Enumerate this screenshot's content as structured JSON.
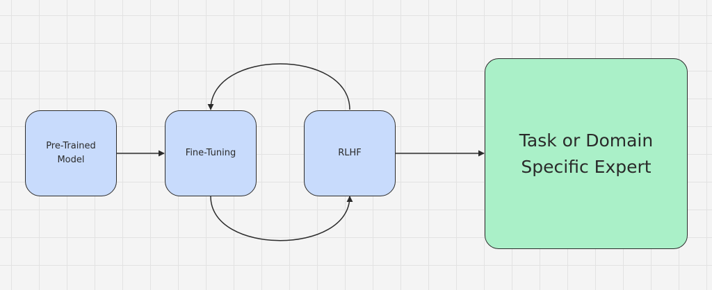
{
  "nodes": {
    "pretrained": {
      "label": "Pre-Trained\nModel"
    },
    "finetuning": {
      "label": "Fine-Tuning"
    },
    "rlhf": {
      "label": "RLHF"
    },
    "expert": {
      "label": "Task or Domain\nSpecific Expert"
    }
  },
  "colors": {
    "process_fill": "#c8dbfc",
    "result_fill": "#aaf0c8",
    "stroke": "#2b2b2b"
  },
  "edges": [
    {
      "from": "pretrained",
      "to": "finetuning"
    },
    {
      "from": "finetuning",
      "to": "rlhf",
      "route": "below"
    },
    {
      "from": "rlhf",
      "to": "finetuning",
      "route": "above"
    },
    {
      "from": "rlhf",
      "to": "expert"
    }
  ]
}
